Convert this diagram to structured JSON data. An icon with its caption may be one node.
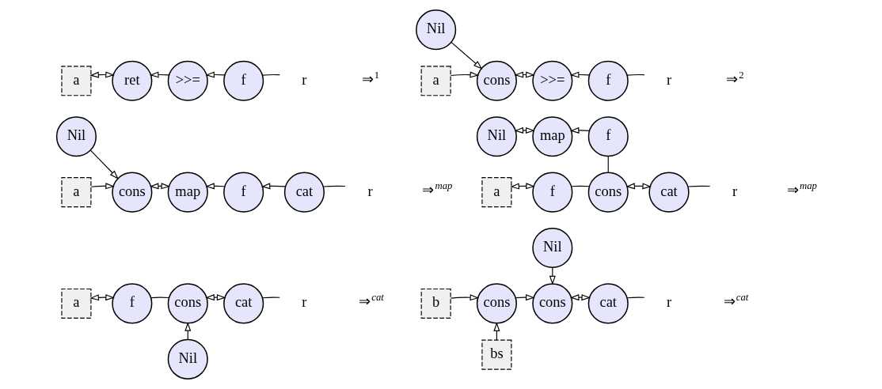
{
  "diagram": {
    "nodes": [
      {
        "text": [
          "a"
        ]
      },
      {
        "text": [
          "ret"
        ]
      },
      {
        "text": [
          ">>="
        ]
      },
      {
        "text": [
          "f"
        ]
      },
      {
        "text": [
          "r"
        ]
      },
      {
        "text": [
          "a"
        ]
      },
      {
        "text": [
          "cons"
        ]
      },
      {
        "text": [
          ">>="
        ]
      },
      {
        "text": [
          "f"
        ]
      },
      {
        "text": [
          "r"
        ]
      },
      {
        "text": [
          "Nil"
        ]
      },
      {
        "text": [
          "a"
        ]
      },
      {
        "text": [
          "cons"
        ]
      },
      {
        "text": [
          "map"
        ]
      },
      {
        "text": [
          "f"
        ]
      },
      {
        "text": [
          "cat"
        ]
      },
      {
        "text": [
          "r"
        ]
      },
      {
        "text": [
          "Nil"
        ]
      },
      {
        "text": [
          "a"
        ]
      },
      {
        "text": [
          "f"
        ]
      },
      {
        "text": [
          "cons"
        ]
      },
      {
        "text": [
          "cat"
        ]
      },
      {
        "text": [
          "r"
        ]
      },
      {
        "text": [
          "Nil"
        ]
      },
      {
        "text": [
          "map"
        ]
      },
      {
        "text": [
          "f"
        ]
      },
      {
        "text": [
          "a"
        ]
      },
      {
        "text": [
          "f"
        ]
      },
      {
        "text": [
          "cons"
        ]
      },
      {
        "text": [
          "cat"
        ]
      },
      {
        "text": [
          "r"
        ]
      },
      {
        "text": [
          "Nil"
        ]
      },
      {
        "text": [
          "b"
        ]
      },
      {
        "text": [
          "cons"
        ]
      },
      {
        "text": [
          "cons"
        ]
      },
      {
        "text": [
          "cat"
        ]
      },
      {
        "text": [
          "r"
        ]
      },
      {
        "text": [
          "bs"
        ]
      },
      {
        "text": [
          "Nil"
        ]
      }
    ],
    "edges": [
      {
        "from": 0,
        "to": 1,
        "arrow": "both"
      },
      {
        "from": 2,
        "to": 1,
        "arrow": "to"
      },
      {
        "from": 3,
        "to": 2,
        "arrow": "to"
      },
      {
        "from": 3,
        "to": 4,
        "arrow": "none"
      },
      {
        "from": 5,
        "to": 6,
        "arrow": "to"
      },
      {
        "from": 6,
        "to": 7,
        "arrow": "both"
      },
      {
        "from": 8,
        "to": 7,
        "arrow": "to"
      },
      {
        "from": 8,
        "to": 9,
        "arrow": "none"
      },
      {
        "from": 10,
        "to": 6,
        "arrow": "to"
      },
      {
        "from": 11,
        "to": 12,
        "arrow": "to"
      },
      {
        "from": 12,
        "to": 13,
        "arrow": "both"
      },
      {
        "from": 14,
        "to": 13,
        "arrow": "to"
      },
      {
        "from": 15,
        "to": 14,
        "arrow": "to"
      },
      {
        "from": 15,
        "to": 16,
        "arrow": "none"
      },
      {
        "from": 17,
        "to": 12,
        "arrow": "to"
      },
      {
        "from": 18,
        "to": 19,
        "arrow": "both"
      },
      {
        "from": 19,
        "to": 20,
        "arrow": "none"
      },
      {
        "from": 20,
        "to": 21,
        "arrow": "both"
      },
      {
        "from": 21,
        "to": 22,
        "arrow": "none"
      },
      {
        "from": 20,
        "to": 25,
        "arrow": "none"
      },
      {
        "from": 23,
        "to": 24,
        "arrow": "both"
      },
      {
        "from": 25,
        "to": 24,
        "arrow": "to"
      },
      {
        "from": 26,
        "to": 27,
        "arrow": "both"
      },
      {
        "from": 27,
        "to": 28,
        "arrow": "none"
      },
      {
        "from": 28,
        "to": 29,
        "arrow": "both"
      },
      {
        "from": 29,
        "to": 30,
        "arrow": "none"
      },
      {
        "from": 31,
        "to": 28,
        "arrow": "to"
      },
      {
        "from": 32,
        "to": 33,
        "arrow": "to"
      },
      {
        "from": 33,
        "to": 34,
        "arrow": "to"
      },
      {
        "from": 34,
        "to": 35,
        "arrow": "both"
      },
      {
        "from": 35,
        "to": 36,
        "arrow": "none"
      },
      {
        "from": 37,
        "to": 33,
        "arrow": "to"
      },
      {
        "from": 38,
        "to": 34,
        "arrow": "to"
      }
    ],
    "labels": [
      "⇒$^{1}$",
      "⇒$^{2}$",
      "⇒$^{map}$",
      "⇒$^{map}$",
      "⇒$^{cat}$",
      "⇒$^{cat}$"
    ]
  }
}
